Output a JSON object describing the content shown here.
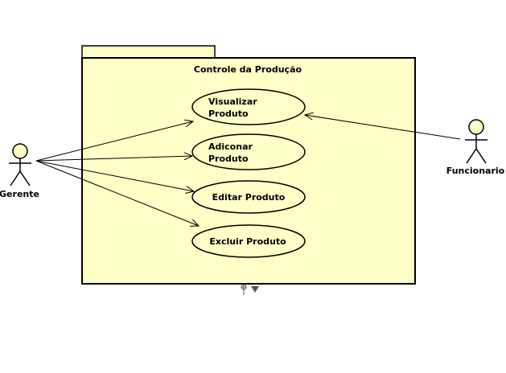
{
  "package": {
    "title": "Controle da Produção",
    "fill": "#ffffc8",
    "stroke": "#000000"
  },
  "actors": {
    "gerente": {
      "name": "Gerente"
    },
    "funcionario": {
      "name": "Funcionario"
    }
  },
  "use_cases": [
    {
      "id": "visualizar",
      "lines": [
        "Visualizar",
        "Produto"
      ]
    },
    {
      "id": "adicionar",
      "lines": [
        "Adiconar",
        "Produto"
      ]
    },
    {
      "id": "editar",
      "lines": [
        "Editar Produto"
      ]
    },
    {
      "id": "excluir",
      "lines": [
        "Excluir Produto"
      ]
    }
  ],
  "associations": [
    {
      "from": "gerente",
      "to": "visualizar"
    },
    {
      "from": "gerente",
      "to": "adicionar"
    },
    {
      "from": "gerente",
      "to": "editar"
    },
    {
      "from": "gerente",
      "to": "excluir"
    },
    {
      "from": "funcionario",
      "to": "visualizar"
    }
  ],
  "colors": {
    "actor_fill": "#ffffc8",
    "use_case_fill": "#ffffc8",
    "line": "#000000",
    "anchor": "#555555"
  }
}
